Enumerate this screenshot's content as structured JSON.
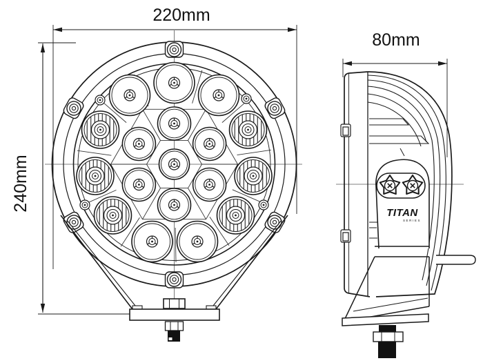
{
  "drawing": {
    "type": "technical-dimension-drawing",
    "background_color": "#ffffff",
    "line_color": "#1a1a1a",
    "dimensions": {
      "width_label": "220mm",
      "height_label": "240mm",
      "depth_label": "80mm"
    },
    "branding": {
      "logo_text": "TITAN",
      "logo_subtext": "SERIES"
    },
    "views": {
      "front": {
        "led_count_total": 18,
        "led_plain_count": 12,
        "led_ribbed_count": 6,
        "bezel_screw_count": 6
      },
      "side": {
        "knob_count": 2
      }
    }
  }
}
